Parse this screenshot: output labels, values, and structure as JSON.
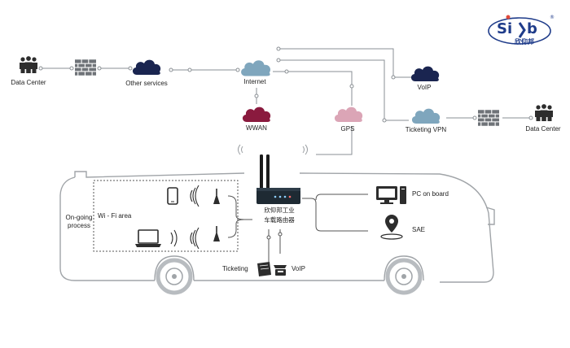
{
  "logo": {
    "text": "Si",
    "text2": "b",
    "sub": "欣仰邦",
    "reg": "®",
    "color": "#1f3c8a"
  },
  "labels": {
    "data_center_left": "Data Center",
    "other_services": "Other services",
    "internet": "Internet",
    "voip_top": "VoIP",
    "wwan": "WWAN",
    "gps": "GPS",
    "ticketing_vpn": "Ticketing VPN",
    "data_center_right": "Data Center",
    "ongoing_process": "On-going\nprocess",
    "wifi_area": "Wi - Fi area",
    "router_line1": "欣仰邦工业",
    "router_line2": "车载路由器",
    "pc_on_board": "PC on board",
    "sae": "SAE",
    "ticketing": "Ticketing",
    "voip_bottom": "VoIP"
  },
  "colors": {
    "cloud_dark": "#1a2550",
    "cloud_light": "#7fa6bd",
    "cloud_wwan": "#8a1a3e",
    "cloud_gps": "#dba5b6",
    "line": "#8a8f94",
    "dot": "#8a8f94",
    "bus": "#a0a4a8",
    "icon": "#2d2d2d"
  }
}
